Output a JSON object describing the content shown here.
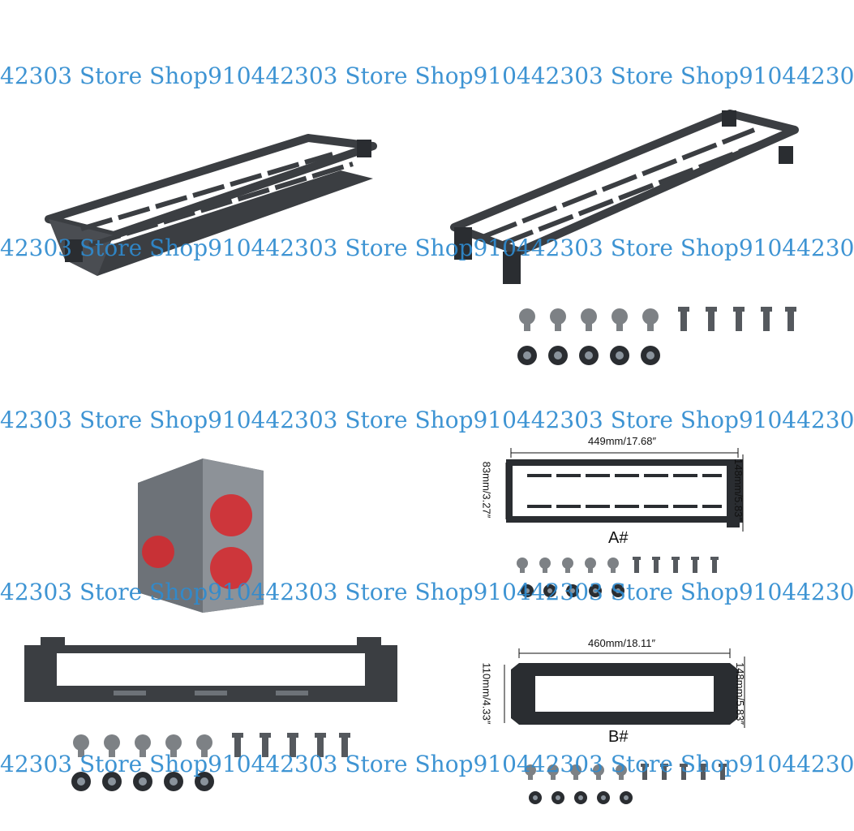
{
  "watermark": {
    "text": "42303 Store Shop910442303 Store Shop910442303 Store Shop91044230",
    "color": "#2e8bd0",
    "rows": [
      {
        "text": "42303 Store Shop910442303 Store Shop910442303 Store Shop91044230"
      },
      {
        "text": "42303 Store Shop910442303 Store Shop910442303 Store Shop91044230"
      },
      {
        "text": "42303 Store Shop910442303 Store Shop910442303 Store Shop91044230"
      },
      {
        "text": "42303 Store Shop910442303 Store Shop910442303 Store Shop91044230"
      },
      {
        "text": "42303 Store Shop910442303 Store Shop910442303 Store Shop91044230"
      }
    ]
  },
  "product": {
    "bracket_color": "#3b3e42",
    "accent_fan_color": "#d8262a",
    "case_color": "#7a7f85"
  },
  "variant_a": {
    "label": "A#",
    "width_dim": "449mm/17.68″",
    "left_dim": "83mm/3.27″",
    "right_dim": "148mm/5.83″"
  },
  "variant_b": {
    "label": "B#",
    "width_dim": "460mm/18.11″",
    "left_dim": "110mm/4.33″",
    "right_dim": "148mm/5.83″"
  },
  "hardware": {
    "screw_count": 10,
    "nut_count": 5
  }
}
